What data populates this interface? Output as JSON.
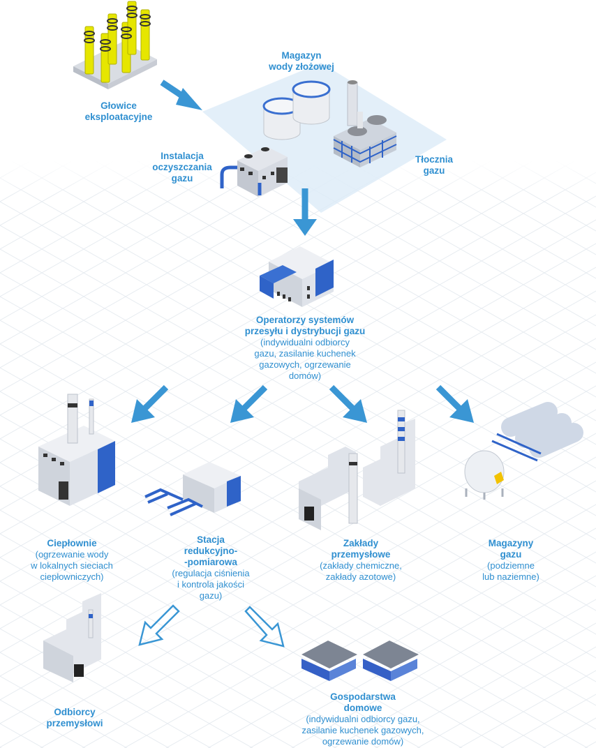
{
  "nodes": {
    "wellheads": {
      "title": "Głowice\neksploatacyjne"
    },
    "water_storage": {
      "title": "Magazyn\nwody złożowej"
    },
    "gas_treatment": {
      "title": "Instalacja\noczyszczania\ngazu"
    },
    "compressor": {
      "title": "Tłocznia\ngazu"
    },
    "operators": {
      "title": "Operatorzy systemów\nprzesyłu i dystrybucji gazu",
      "subtitle": "(indywidualni odbiorcy\ngazu, zasilanie kuchenek\ngazowych, ogrzewanie\ndomów)"
    },
    "heating_plants": {
      "title": "Ciepłownie",
      "subtitle": "(ogrzewanie wody\nw lokalnych sieciach\nciepłowniczych)"
    },
    "reduction_station": {
      "title": "Stacja\nredukcyjno-\n-pomiarowa",
      "subtitle": "(regulacja ciśnienia\ni kontrola jakości\ngazu)"
    },
    "industrial_plants": {
      "title": "Zakłady\nprzemysłowe",
      "subtitle": "(zakłady chemiczne,\nzakłady azotowe)"
    },
    "gas_storage": {
      "title": "Magazyny\ngazu",
      "subtitle": "(podziemne\nlub naziemne)"
    },
    "industrial_customers": {
      "title": "Odbiorcy\nprzemysłowi"
    },
    "households": {
      "title": "Gospodarstwa\ndomowe",
      "subtitle": "(indywidualni odbiorcy gazu,\nzasilanie kuchenek gazowych,\nogrzewanie domów)"
    }
  },
  "colors": {
    "label": "#2f8fd0",
    "arrow": "#3a96d4",
    "building_blue": "#2f63c8",
    "grid": "#e9edf2",
    "platform": "#dcebf8"
  }
}
